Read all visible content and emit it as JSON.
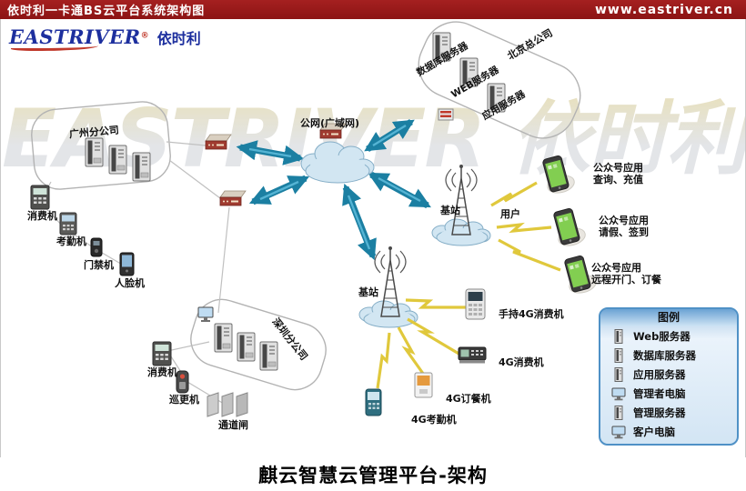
{
  "header": {
    "title": "依时利一卡通BS云平台系统架构图",
    "url": "www.eastriver.cn"
  },
  "logo": {
    "en": "EASTRIVER",
    "reg": "®",
    "cn": "依时利"
  },
  "watermark": {
    "text": "EASTRIVER 依时利"
  },
  "diagram": {
    "wan": "公网(广域网)",
    "hq": "北京总公司",
    "hq_servers": [
      "数据库服务器",
      "WEB服务器",
      "应用服务器"
    ],
    "gz": "广州分公司",
    "gz_devices": [
      "消费机",
      "考勤机",
      "门禁机",
      "人脸机"
    ],
    "sz": "深圳分公司",
    "sz_devices": [
      "消费机",
      "巡更机",
      "通道闸"
    ],
    "station": "基站",
    "user": "用户",
    "phones": [
      {
        "l1": "公众号应用",
        "l2": "查询、充值"
      },
      {
        "l1": "公众号应用",
        "l2": "请假、签到"
      },
      {
        "l1": "公众号应用",
        "l2": "远程开门、订餐"
      }
    ],
    "g4": [
      "手持4G消费机",
      "4G消费机",
      "4G订餐机",
      "4G考勤机"
    ],
    "legend": {
      "title": "图例",
      "items": [
        "Web服务器",
        "数据库服务器",
        "应用服务器",
        "管理者电脑",
        "管理服务器",
        "客户电脑"
      ]
    }
  },
  "footer": {
    "caption": "麒云智慧云管理平台-架构"
  },
  "colors": {
    "header_bg": "#8c1414",
    "arrow": "#1b7fa2",
    "bolt": "#e0c83c",
    "legend_border": "#4f91c6"
  }
}
